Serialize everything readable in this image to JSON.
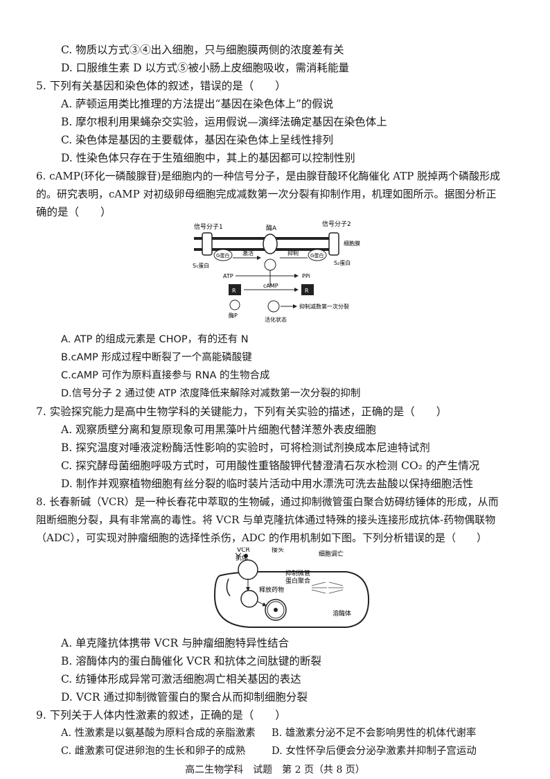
{
  "lines": {
    "q4c": "C. 物质以方式③④出入细胞，只与细胞膜两侧的浓度差有关",
    "q4d": "D. 口服维生素 D 以方式⑤被小肠上皮细胞吸收，需消耗能量",
    "q5": "5. 下列有关基因和染色体的叙述，错误的是（　　）",
    "q5a": "A. 萨顿运用类比推理的方法提出“基因在染色体上”的假说",
    "q5b": "B. 摩尔根利用果蝇杂交实验，运用假说—演绎法确定基因在染色体上",
    "q5c": "C. 染色体是基因的主要载体，基因在染色体上呈线性排列",
    "q5d": "D. 性染色体只存在于生殖细胞中，其上的基因都可以控制性别",
    "q6_1": "6. cAMP(环化一磷酸腺苷)是细胞内的一种信号分子，是由腺苷酸环化酶催化 ATP 脱掉两个磷酸形成",
    "q6_2": "的。研究表明，cAMP 对初级卵母细胞完成减数第一次分裂有抑制作用，机理如图所示。据图分析正",
    "q6_3": "确的是（　　）",
    "q6a": "A. ATP 的组成元素是 CHOP，有的还有 N",
    "q6b": "B.cAMP 形成过程中断裂了一个高能磷酸键",
    "q6c": "C.cAMP 可作为原料直接参与 RNA 的生物合成",
    "q6d": "D.信号分子 2 通过使 ATP 浓度降低来解除对减数第一次分裂的抑制",
    "q7": "7. 实验探究能力是高中生物学科的关键能力，下列有关实验的描述，正确的是（　　）",
    "q7a": "A. 观察质壁分离和复原现象可用黑藻叶片细胞代替洋葱外表皮细胞",
    "q7b": "B. 探究温度对唾液淀粉酶活性影响的实验时，可将检测试剂换成本尼迪特试剂",
    "q7c": "C. 探究酵母菌细胞呼吸方式时，可用酸性重铬酸钾代替澄清石灰水检测 CO₂ 的产生情况",
    "q7d": "D. 制作并观察植物细胞有丝分裂的临时装片活动中用水漂洗可洗去盐酸以保持细胞活性",
    "q8_1": "8. 长春新碱（VCR）是一种长春花中萃取的生物碱，通过抑制微管蛋白聚合妨碍纺锤体的形成，从而",
    "q8_2": "阻断细胞分裂，具有非常高的毒性。将 VCR 与单克隆抗体通过特殊的接头连接形成抗体-药物偶联物",
    "q8_3": "（ADC），可实现对肿瘤细胞的选择性杀伤，ADC 的作用机制如下图。下列分析错误的是（　　）",
    "q8a": "A. 单克隆抗体携带 VCR 与肿瘤细胞特异性结合",
    "q8b": "B. 溶酶体内的蛋白酶催化 VCR 和抗体之间肽键的断裂",
    "q8c": "C. 纺锤体形成异常可激活细胞凋亡相关基因的表达",
    "q8d": "D. VCR 通过抑制微管蛋白的聚合从而抑制细胞分裂",
    "q9": "9. 下列关于人体内性激素的叙述，正确的是（　　）",
    "q9a": "A. 性激素是以氨基酸为原料合成的亲脂激素",
    "q9b": "B. 雄激素分泌不足不会影响男性的机体代谢率",
    "q9c": "C. 雌激素可促进卵泡的生长和卵子的成熟",
    "q9d": "D. 女性怀孕后便会分泌孕激素并抑制子宫运动"
  },
  "fig6": {
    "signal1": "信号分子1",
    "signal2": "信号分子2",
    "enzymeA": "酶A",
    "membrane": "细胞膜",
    "g1": "G蛋白",
    "g2": "G蛋白",
    "s1": "S₁蛋白",
    "s2": "S₂蛋白",
    "activate": "激活",
    "inhibit": "抑制",
    "atp": "ATP",
    "ppi": "PPi",
    "camp": "cAMP",
    "r1": "R",
    "r2": "R",
    "enzymeP": "酶P",
    "inhibitMeiosis": "抑制减数第一次分裂",
    "activeState": "活化状态"
  },
  "fig8": {
    "vcr": "VCR",
    "antibody": "抗体",
    "linker": "接头",
    "apoptosis": "细胞调亡",
    "inhibitTubulin1": "抑制微管",
    "inhibitTubulin2": "蛋白聚合",
    "release": "释放药物",
    "lysosome": "溶酶体"
  },
  "footer": "高二生物学科　试题　第 2 页（共 8 页）"
}
